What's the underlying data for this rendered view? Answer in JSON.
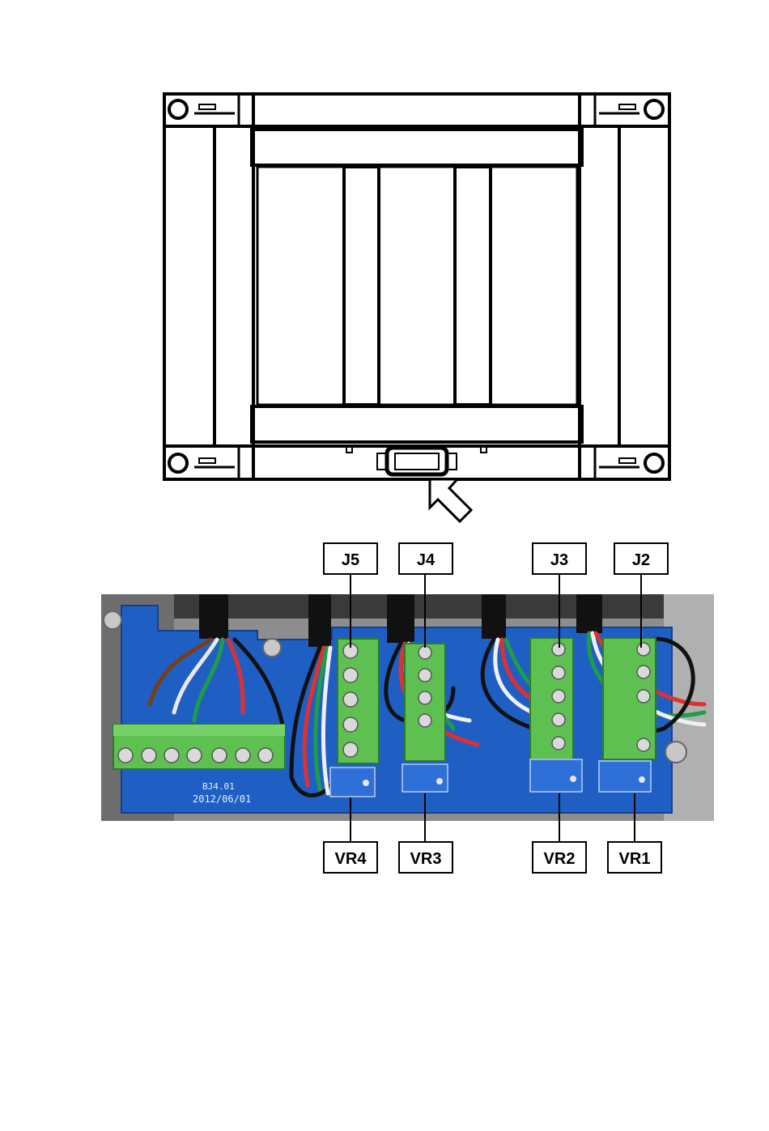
{
  "diagram": {
    "top_labels": [
      "J5",
      "J4",
      "J3",
      "J2"
    ],
    "bottom_labels": [
      "VR4",
      "VR3",
      "VR2",
      "VR1"
    ],
    "board_text": {
      "model": "BJ4.01",
      "date": "2012/06/01"
    },
    "colors": {
      "frame": "#000000",
      "pcb_blue": "#1f5fc4",
      "terminal_green": "#5fc052",
      "enclosure_gray": "#8d8d8d",
      "trimmer_blue": "#2f6fd8"
    }
  }
}
